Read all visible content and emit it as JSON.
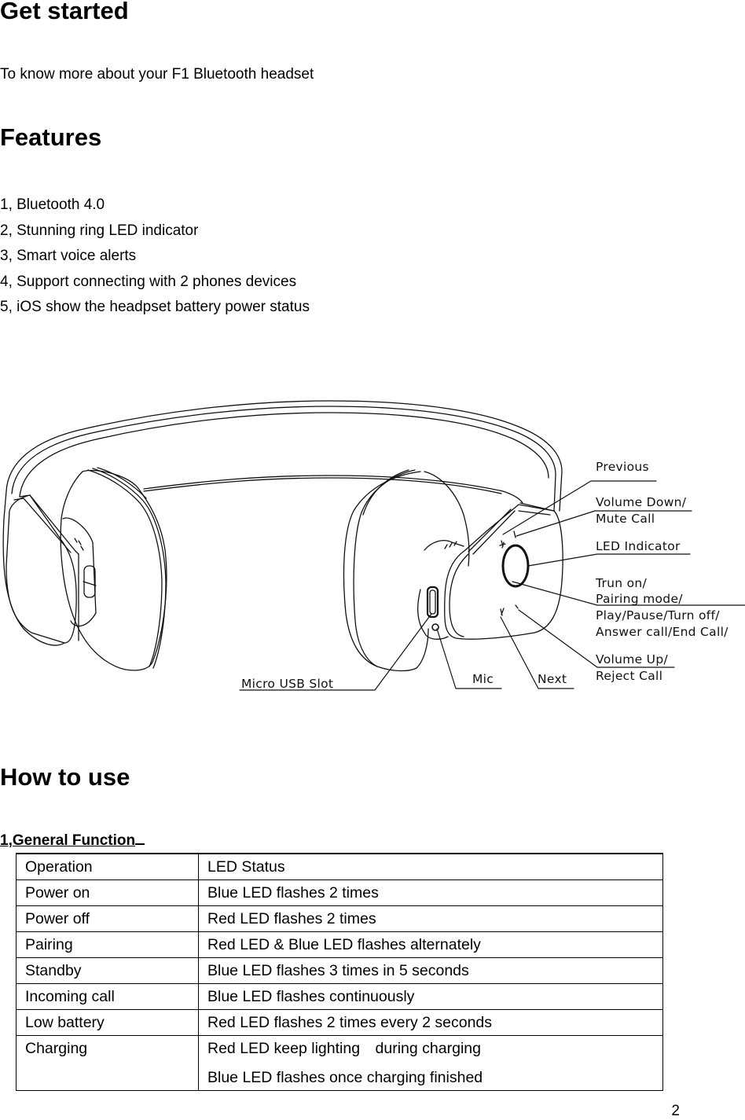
{
  "sections": {
    "get_started": {
      "title": "Get started",
      "intro": "To know more about your F1 Bluetooth headset"
    },
    "features": {
      "title": "Features",
      "items": [
        "1, Bluetooth 4.0",
        "2, Stunning ring LED indicator",
        "3, Smart voice alerts",
        "4, Support connecting with 2 phones devices",
        "5, iOS show the headpset battery power status"
      ]
    },
    "diagram": {
      "callouts": {
        "previous": "Previous",
        "volume_down_1": "Volume Down/",
        "volume_down_2": "Mute Call",
        "led_indicator": "LED Indicator",
        "multi_1": "Trun on/",
        "multi_2": "Pairing mode/",
        "multi_3": "Play/Pause/Turn off/",
        "multi_4": "Answer call/End Call/",
        "volume_up_1": "Volume Up/",
        "volume_up_2": "Reject Call",
        "micro_usb": "Micro USB Slot",
        "mic": "Mic",
        "next": "Next"
      }
    },
    "how_to_use": {
      "title": "How to use",
      "subsection": "1,General Function",
      "table": {
        "headers": [
          "Operation",
          "LED Status"
        ],
        "rows": [
          {
            "operation": "Power on",
            "status": "Blue LED flashes 2 times"
          },
          {
            "operation": "Power off",
            "status": "Red LED flashes 2 times"
          },
          {
            "operation": "Pairing",
            "status": "Red LED & Blue LED flashes alternately"
          },
          {
            "operation": "Standby",
            "status": "Blue LED flashes 3 times in 5 seconds"
          },
          {
            "operation": "Incoming call",
            "status": "Blue LED flashes continuously"
          },
          {
            "operation": "Low battery",
            "status": "Red LED flashes 2 times every 2 seconds"
          },
          {
            "operation": "Charging",
            "status": "Red LED keep lighting　during charging",
            "status_2": "Blue LED flashes once charging finished"
          }
        ]
      }
    }
  },
  "page_number": "2"
}
